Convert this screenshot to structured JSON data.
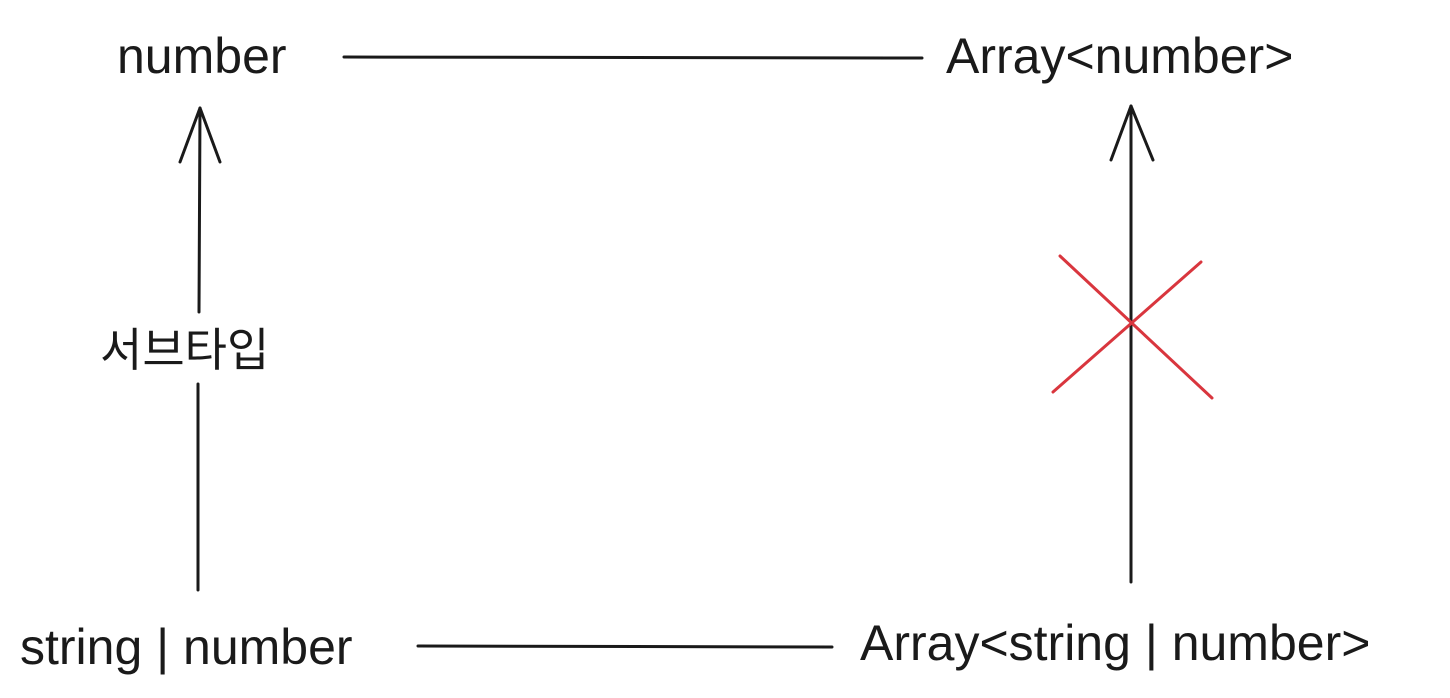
{
  "diagram": {
    "nodes": {
      "top_left": "number",
      "top_right": "Array<number>",
      "bottom_left": "string | number",
      "bottom_right": "Array<string | number>"
    },
    "edge_label": "서브타입",
    "colors": {
      "stroke": "#1a1a1a",
      "cross": "#d9363e",
      "background": "#ffffff"
    }
  }
}
